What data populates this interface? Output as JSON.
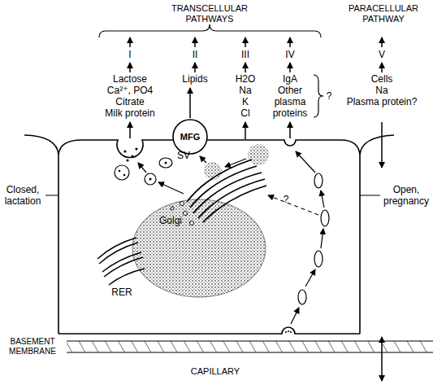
{
  "diagram": {
    "nodes": [
      {
        "text": [
          "MFG"
        ]
      }
    ],
    "labels": [
      "TRANSCELLULAR PATHWAYS",
      "PARACELLULAR PATHWAY",
      "I",
      "II",
      "III",
      "IV",
      "V",
      "Lactose",
      "Ca²⁺, PO4",
      "Citrate",
      "Milk protein",
      "Lipids",
      "H2O",
      "Na",
      "K",
      "Cl",
      "IgA",
      "Other plasma proteins",
      "?",
      "Cells",
      "Na",
      "Plasma protein?",
      "SV",
      "Closed, lactation",
      "Open, pregnancy",
      "Golgi",
      "RER",
      "?",
      "BASEMENT MEMBRANE",
      "CAPILLARY"
    ]
  }
}
